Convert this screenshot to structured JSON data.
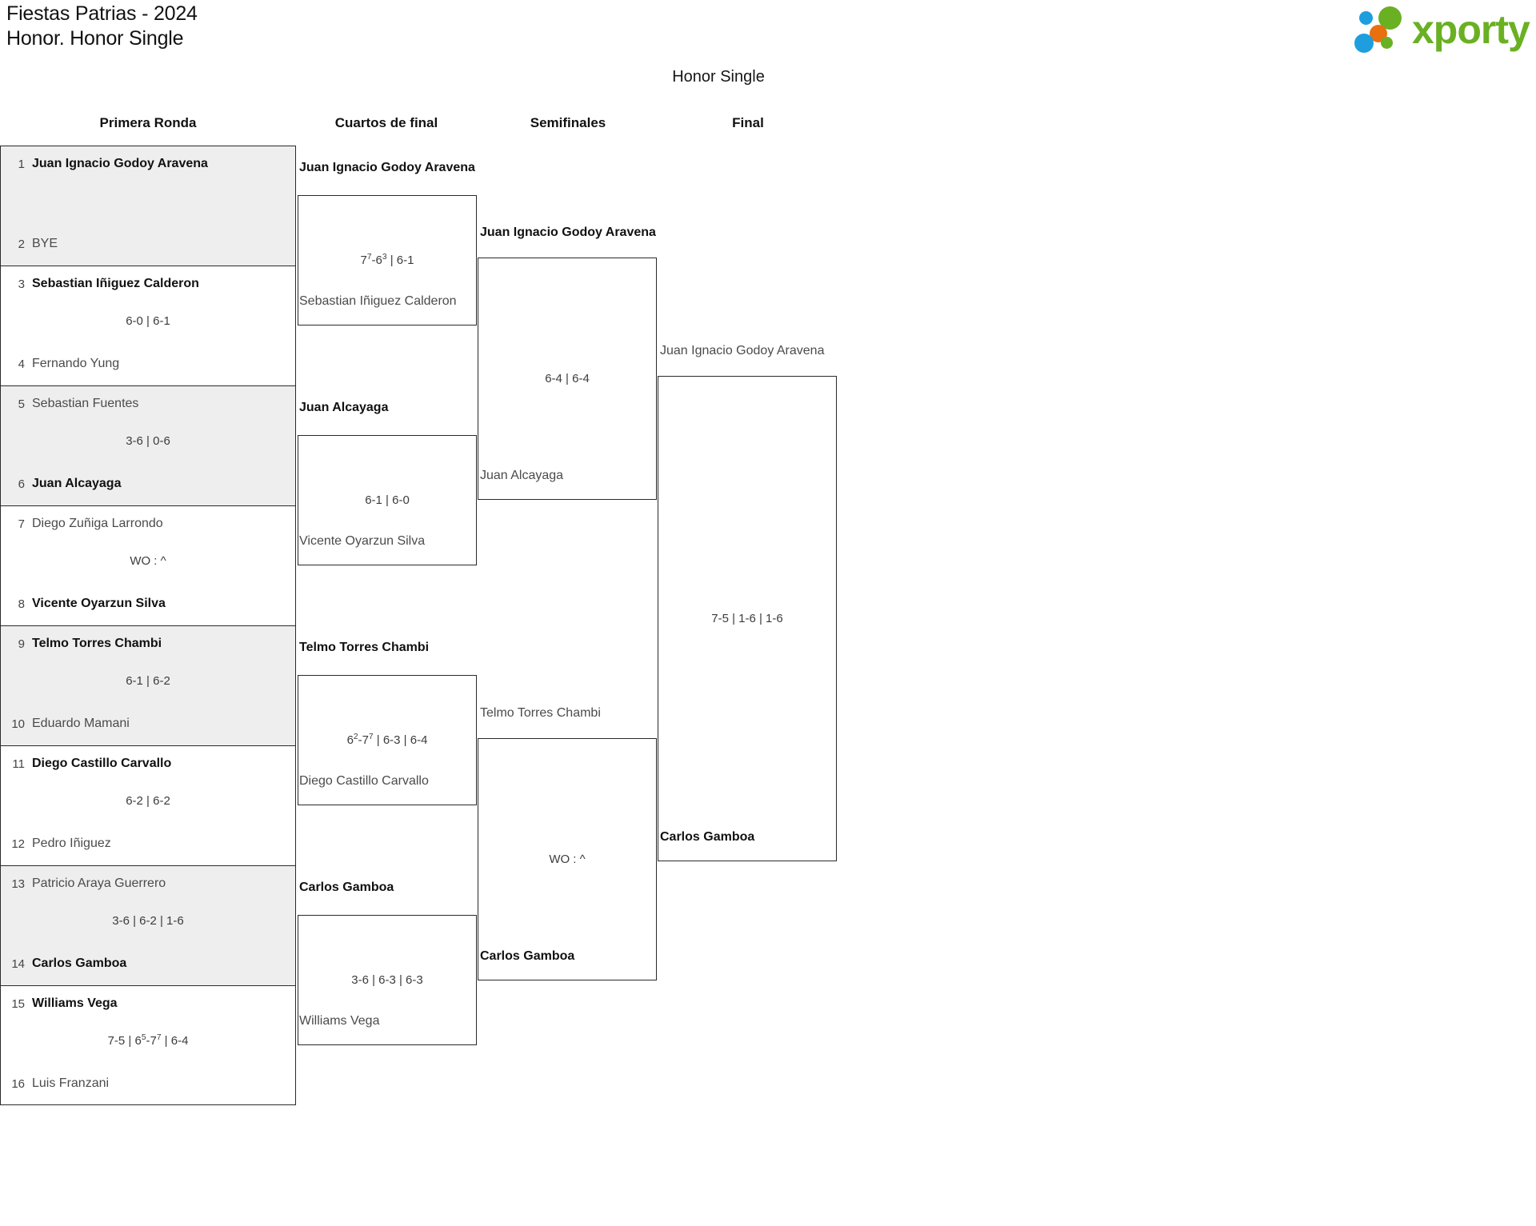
{
  "header": {
    "tournament": "Fiestas Patrias - 2024",
    "category": "Honor. Honor Single"
  },
  "brand": {
    "name": "xporty",
    "colors": {
      "green": "#6ab023",
      "blue": "#1e9ede",
      "orange": "#e8700f"
    }
  },
  "bracket": {
    "title": "Honor Single",
    "round_headers": [
      "Primera Ronda",
      "Cuartos de final",
      "Semifinales",
      "Final"
    ]
  },
  "chart_data": {
    "type": "bracket",
    "title": "Honor Single",
    "rounds": [
      "Primera Ronda",
      "Cuartos de final",
      "Semifinales",
      "Final"
    ],
    "round1": [
      {
        "top_seed": "1",
        "top_name": "Juan Ignacio Godoy Aravena",
        "bottom_seed": "2",
        "bottom_name": "BYE",
        "score": "",
        "winner": "top"
      },
      {
        "top_seed": "3",
        "top_name": "Sebastian Iñiguez Calderon",
        "bottom_seed": "4",
        "bottom_name": "Fernando Yung",
        "score": "6-0 | 6-1",
        "winner": "top"
      },
      {
        "top_seed": "5",
        "top_name": "Sebastian Fuentes",
        "bottom_seed": "6",
        "bottom_name": "Juan Alcayaga",
        "score": "3-6 | 0-6",
        "winner": "bottom"
      },
      {
        "top_seed": "7",
        "top_name": "Diego Zuñiga Larrondo",
        "bottom_seed": "8",
        "bottom_name": "Vicente Oyarzun Silva",
        "score": "WO : ^",
        "winner": "bottom"
      },
      {
        "top_seed": "9",
        "top_name": "Telmo Torres Chambi",
        "bottom_seed": "10",
        "bottom_name": "Eduardo Mamani",
        "score": "6-1 | 6-2",
        "winner": "top"
      },
      {
        "top_seed": "11",
        "top_name": "Diego Castillo Carvallo",
        "bottom_seed": "12",
        "bottom_name": "Pedro Iñiguez",
        "score": "6-2 | 6-2",
        "winner": "top"
      },
      {
        "top_seed": "13",
        "top_name": "Patricio Araya Guerrero",
        "bottom_seed": "14",
        "bottom_name": "Carlos Gamboa",
        "score": "3-6 | 6-2 | 1-6",
        "winner": "bottom"
      },
      {
        "top_seed": "15",
        "top_name": "Williams Vega",
        "bottom_seed": "16",
        "bottom_name": "Luis Franzani",
        "score": "7-5 | 6^5-7^7 | 6-4",
        "winner": "top"
      }
    ],
    "quarterfinals": [
      {
        "top_name": "Juan Ignacio Godoy Aravena",
        "bottom_name": "Sebastian Iñiguez Calderon",
        "score": "7^7-6^3 | 6-1",
        "winner": "top"
      },
      {
        "top_name": "Juan Alcayaga",
        "bottom_name": "Vicente Oyarzun Silva",
        "score": "6-1 | 6-0",
        "winner": "top"
      },
      {
        "top_name": "Telmo Torres Chambi",
        "bottom_name": "Diego Castillo Carvallo",
        "score": "6^2-7^7 | 6-3 | 6-4",
        "winner": "top"
      },
      {
        "top_name": "Carlos Gamboa",
        "bottom_name": "Williams Vega",
        "score": "3-6 | 6-3 | 6-3",
        "winner": "top"
      }
    ],
    "semifinals": [
      {
        "top_name": "Juan Ignacio Godoy Aravena",
        "bottom_name": "Juan Alcayaga",
        "score": "6-4 | 6-4",
        "winner": "top"
      },
      {
        "top_name": "Telmo Torres Chambi",
        "bottom_name": "Carlos Gamboa",
        "score": "WO : ^",
        "winner": "bottom"
      }
    ],
    "final": [
      {
        "top_name": "Juan Ignacio Godoy Aravena",
        "bottom_name": "Carlos Gamboa",
        "score": "7-5 | 1-6 | 1-6",
        "winner": "bottom"
      }
    ]
  }
}
